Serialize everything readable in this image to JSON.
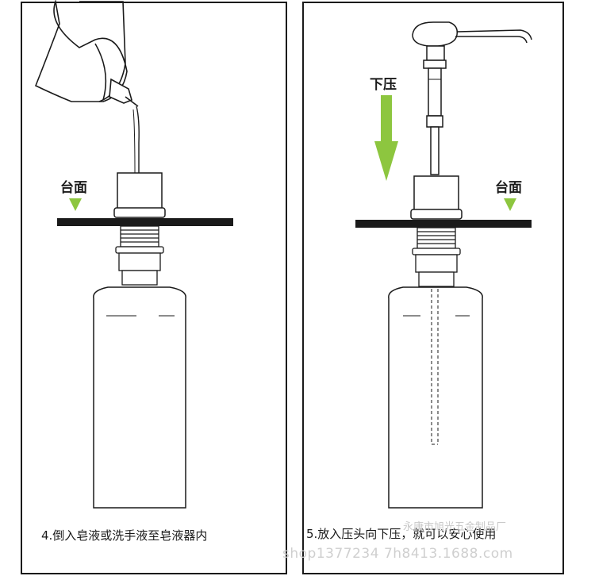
{
  "panels": [
    {
      "caption": "4.倒入皂液或洗手液至皂液器内",
      "counter_label": "台面"
    },
    {
      "caption": "5.放入压头向下压，就可以安心使用",
      "counter_label": "台面",
      "press_label": "下压"
    }
  ],
  "watermarks": {
    "company": "永康市旭光五金制品厂",
    "shop_url": "shop1377234 7h8413.1688.com"
  },
  "colors": {
    "accent_green": "#8dc63f",
    "line": "#1a1a1a",
    "counter": "#1a1a1a"
  }
}
